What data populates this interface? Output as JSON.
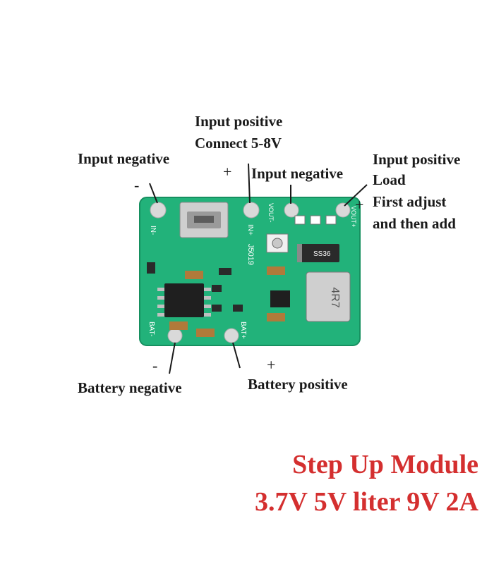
{
  "labels": {
    "input_positive_main": "Input positive",
    "connect_range": "Connect 5-8V",
    "input_negative_left": "Input negative",
    "input_negative_mid": "Input negative",
    "input_positive_right": "Input positive",
    "load": "Load",
    "first_adjust": "First adjust",
    "then_add": "and then add",
    "battery_negative": "Battery negative",
    "battery_positive": "Battery positive"
  },
  "symbols": {
    "minus": "-",
    "plus": "+"
  },
  "silkscreen": {
    "in_minus": "IN-",
    "in_plus": "IN+",
    "board_id": "J5019",
    "bat_minus": "BAT-",
    "bat_plus": "BAT+",
    "vout_minus": "VOUT-",
    "vout_plus": "VOUT+",
    "diode": "SS36",
    "inductor": "4R7"
  },
  "title": {
    "line1": "Step Up Module",
    "line2": "3.7V 5V liter 9V 2A"
  },
  "colors": {
    "pcb": "#22b27a",
    "pad": "#d9d9d9",
    "title": "#d42f2f"
  }
}
